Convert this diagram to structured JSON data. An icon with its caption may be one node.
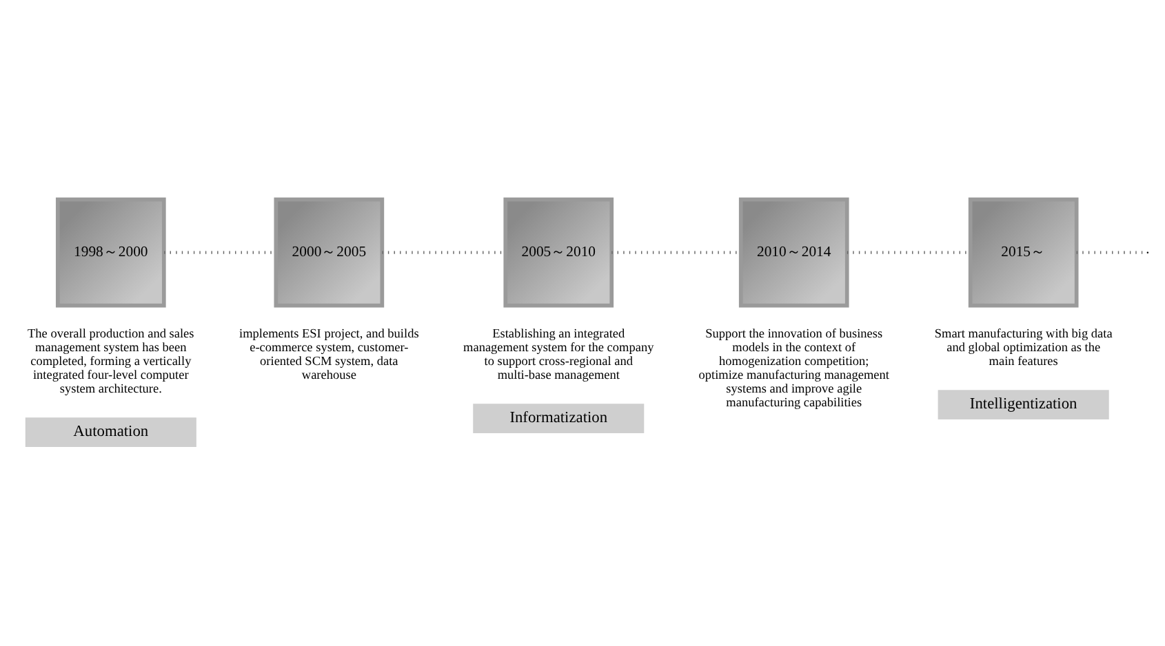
{
  "diagram": {
    "nodes": [
      {
        "text": [
          "1998～2000"
        ],
        "beside": [
          "The overall production and sales management system has been completed, forming a vertically integrated four-level computer system architecture."
        ]
      },
      {
        "text": [
          "2000～2005"
        ],
        "beside": [
          "implements ESI project, and builds e-commerce system, customer-oriented SCM system, data warehouse"
        ]
      },
      {
        "text": [
          "2005～2010"
        ],
        "beside": [
          "Establishing an integrated management system for the company to support cross-regional and multi-base management"
        ]
      },
      {
        "text": [
          "2010～2014"
        ],
        "beside": [
          "Support the innovation of business models in the context of homogenization competition; optimize manufacturing management systems and improve agile manufacturing capabilities"
        ]
      },
      {
        "text": [
          "2015～"
        ],
        "beside": [
          "Smart manufacturing with big data and global optimization as the main features"
        ]
      },
      {
        "text": [
          "Automation"
        ]
      },
      {
        "text": [
          "Informatization"
        ]
      },
      {
        "text": [
          "Intelligentization"
        ]
      }
    ],
    "edges": [
      {
        "from": 0,
        "to": 1,
        "arrow": "none"
      },
      {
        "from": 1,
        "to": 2,
        "arrow": "none"
      },
      {
        "from": 2,
        "to": 3,
        "arrow": "none"
      },
      {
        "from": 3,
        "to": 4,
        "arrow": "none"
      },
      {
        "from": 4,
        "to": null,
        "arrow": "none"
      }
    ]
  }
}
